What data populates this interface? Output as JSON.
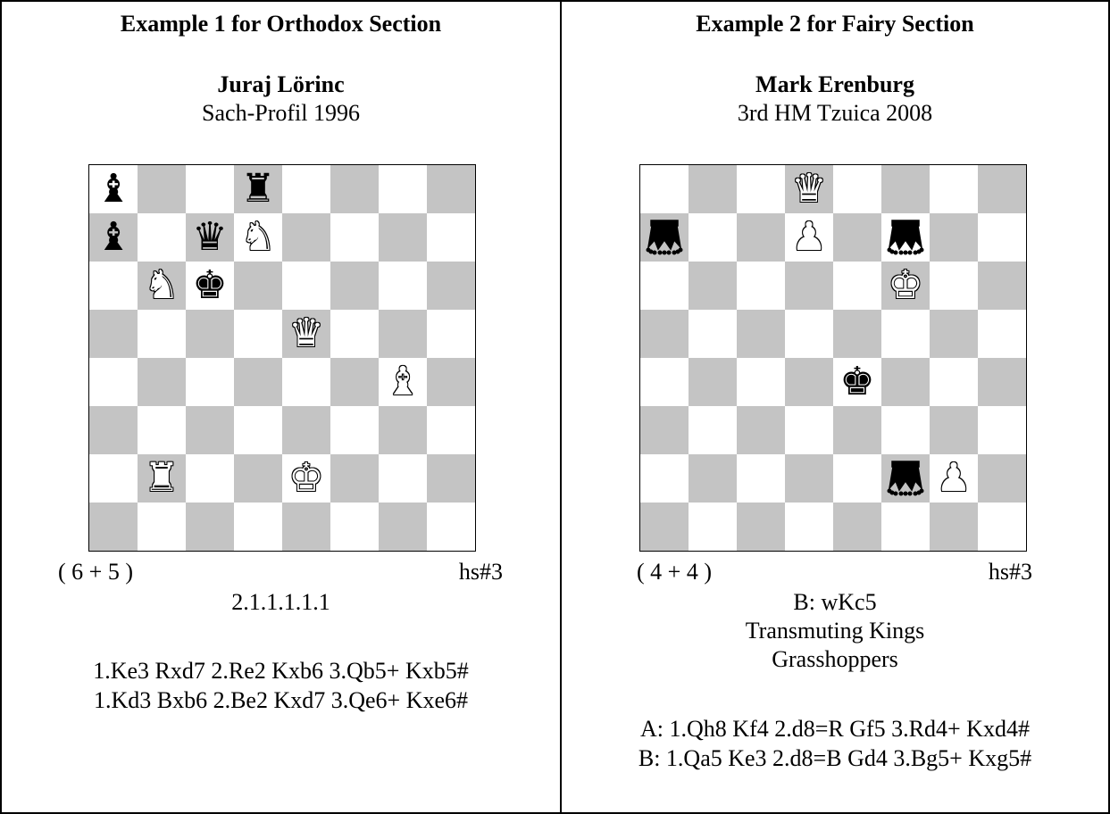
{
  "colors": {
    "dark_square": "#c4c4c4",
    "light_square": "#ffffff",
    "border": "#000000"
  },
  "problems": [
    {
      "heading": "Example 1 for Orthodox Section",
      "author": "Juraj Lörinc",
      "source": "Sach-Profil 1996",
      "pieces": [
        {
          "sq": "a8",
          "color": "b",
          "type": "bishop",
          "icon": "black-bishop-icon"
        },
        {
          "sq": "d8",
          "color": "b",
          "type": "rook",
          "icon": "black-rook-icon"
        },
        {
          "sq": "a7",
          "color": "b",
          "type": "bishop",
          "icon": "black-bishop-icon"
        },
        {
          "sq": "c7",
          "color": "b",
          "type": "queen",
          "icon": "black-queen-icon"
        },
        {
          "sq": "d7",
          "color": "w",
          "type": "knight",
          "icon": "white-knight-icon"
        },
        {
          "sq": "b6",
          "color": "w",
          "type": "knight",
          "icon": "white-knight-icon"
        },
        {
          "sq": "c6",
          "color": "b",
          "type": "king",
          "icon": "black-king-icon"
        },
        {
          "sq": "e5",
          "color": "w",
          "type": "queen",
          "icon": "white-queen-icon"
        },
        {
          "sq": "g4",
          "color": "w",
          "type": "bishop",
          "icon": "white-bishop-icon"
        },
        {
          "sq": "b2",
          "color": "w",
          "type": "rook",
          "icon": "white-rook-icon"
        },
        {
          "sq": "e2",
          "color": "w",
          "type": "king",
          "icon": "white-king-icon"
        }
      ],
      "count": "( 6 + 5 )",
      "stipulation": "hs#3",
      "notes": [
        "2.1.1.1.1.1"
      ],
      "solutions": [
        "1.Ke3 Rxd7 2.Re2 Kxb6 3.Qb5+ Kxb5#",
        "1.Kd3 Bxb6 2.Be2 Kxd7 3.Qe6+ Kxe6#"
      ]
    },
    {
      "heading": "Example 2 for Fairy Section",
      "author": "Mark Erenburg",
      "source": "3rd HM Tzuica 2008",
      "pieces": [
        {
          "sq": "d8",
          "color": "w",
          "type": "queen",
          "icon": "white-queen-icon"
        },
        {
          "sq": "a7",
          "color": "b",
          "type": "grasshopper",
          "icon": "black-grasshopper-icon"
        },
        {
          "sq": "d7",
          "color": "w",
          "type": "pawn",
          "icon": "white-pawn-icon"
        },
        {
          "sq": "f7",
          "color": "b",
          "type": "grasshopper",
          "icon": "black-grasshopper-icon"
        },
        {
          "sq": "f6",
          "color": "w",
          "type": "king",
          "icon": "white-king-icon"
        },
        {
          "sq": "e4",
          "color": "b",
          "type": "king",
          "icon": "black-king-icon"
        },
        {
          "sq": "f2",
          "color": "b",
          "type": "grasshopper",
          "icon": "black-grasshopper-icon"
        },
        {
          "sq": "g2",
          "color": "w",
          "type": "pawn",
          "icon": "white-pawn-icon"
        }
      ],
      "count": "( 4 + 4 )",
      "stipulation": "hs#3",
      "notes": [
        "B: wKc5",
        "Transmuting Kings",
        "Grasshoppers"
      ],
      "solutions": [
        "A: 1.Qh8 Kf4 2.d8=R Gf5 3.Rd4+ Kxd4#",
        "B: 1.Qa5 Ke3 2.d8=B Gd4 3.Bg5+ Kxg5#"
      ]
    }
  ]
}
